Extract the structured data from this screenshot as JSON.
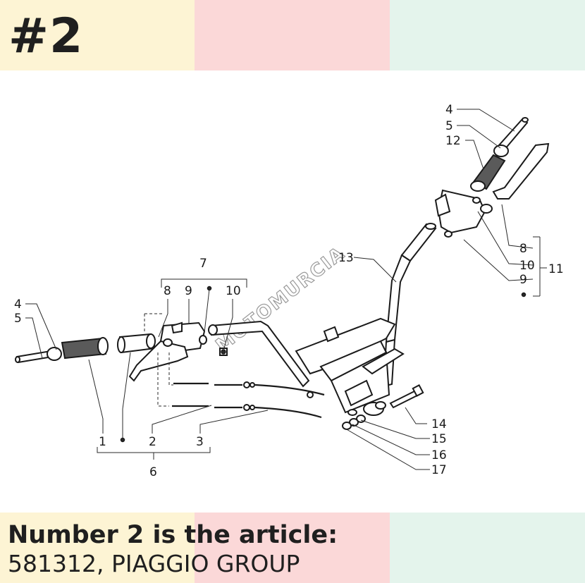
{
  "header": {
    "badge": "#2"
  },
  "footer": {
    "title": "Number 2 is the article:",
    "reference": "581312, PIAGGIO GROUP"
  },
  "colors": {
    "band_yellow": "#fdf4d4",
    "band_pink": "#fbd8d8",
    "band_mint": "#e4f4ec"
  },
  "diagram": {
    "watermark": "MOTOMURCIA",
    "callouts": {
      "c13": "13",
      "c4r": "4",
      "c5r": "5",
      "c12r": "12",
      "c8r": "8",
      "c10r": "10",
      "c9r": "9",
      "c11r": "11",
      "c7": "7",
      "c8l": "8",
      "c9l": "9",
      "c10l": "10",
      "c4l": "4",
      "c5l": "5",
      "c1": "1",
      "c2": "2",
      "c3": "3",
      "c6": "6",
      "c14": "14",
      "c15": "15",
      "c16": "16",
      "c17": "17"
    }
  }
}
